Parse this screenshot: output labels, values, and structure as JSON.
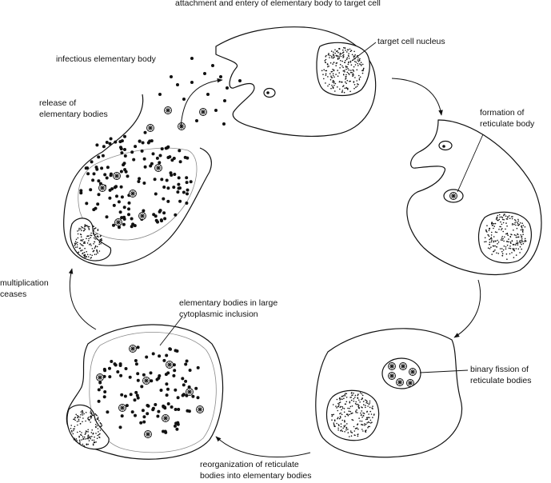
{
  "labels": {
    "title": "attachment and entery of elementary body to target cell",
    "infectious_eb": "infectious elementary body",
    "target_nucleus": "target cell nucleus",
    "release_1": "release of",
    "release_2": "elementary bodies",
    "formation_1": "formation of",
    "formation_2": "reticulate body",
    "multiplication_1": "multiplication",
    "multiplication_2": "ceases",
    "inclusion_1": "elementary bodies in large",
    "inclusion_2": "cytoplasmic inclusion",
    "fission_1": "binary fission of",
    "fission_2": "reticulate bodies",
    "reorg_1": "reorganization of reticulate",
    "reorg_2": "bodies into elementary bodies"
  },
  "colors": {
    "ink": "#111111",
    "inclusion_outline": "#8a8a8a",
    "background": "#ffffff"
  }
}
